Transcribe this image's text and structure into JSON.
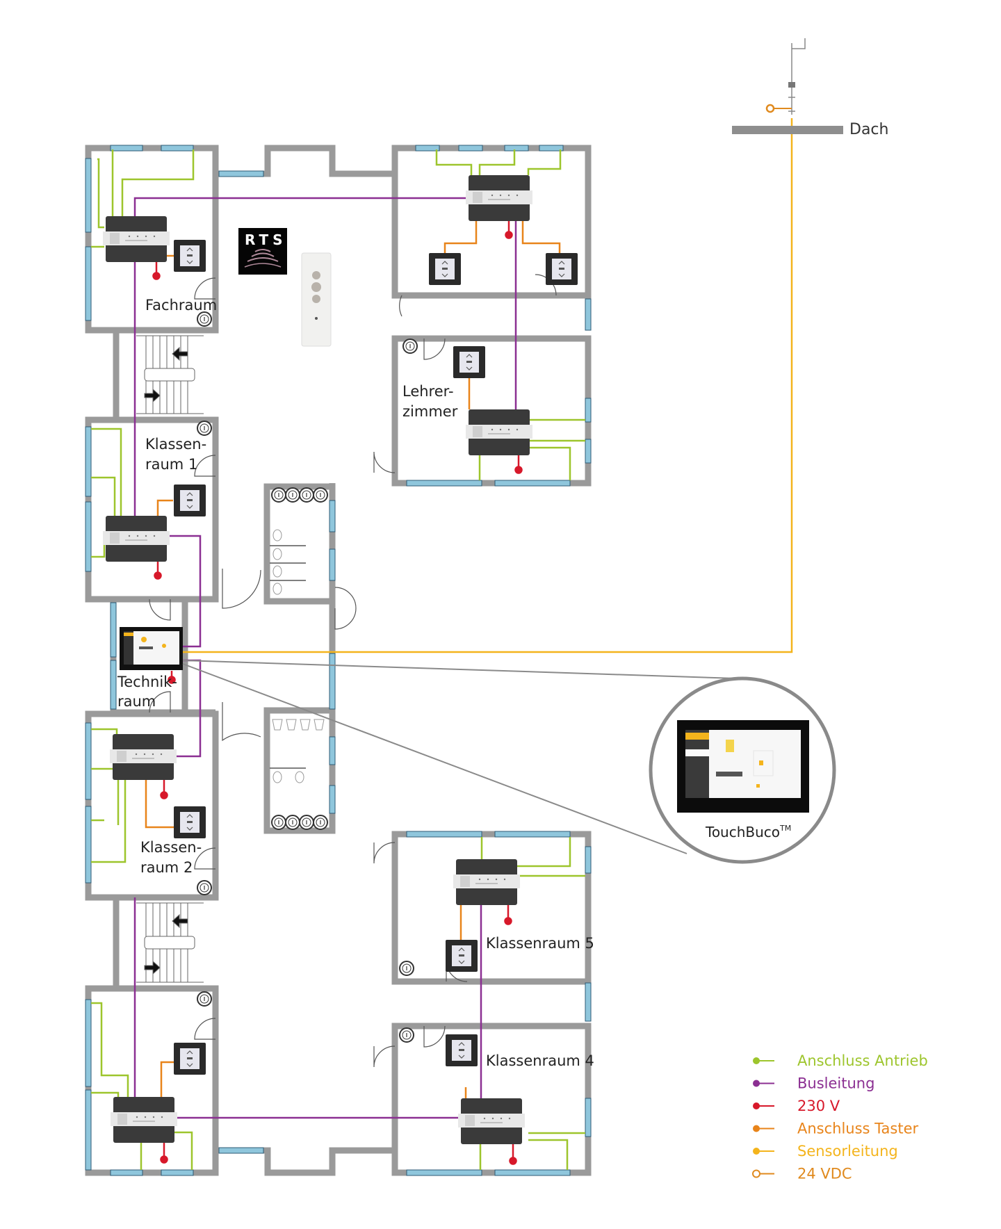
{
  "diagram": {
    "title": "Floor plan: school building wiring with Somfy control boxes",
    "roof_label": "Dach",
    "rts_badge": "RTS",
    "touchbuco": {
      "label": "TouchBuco",
      "trademark": "TM"
    },
    "rooms": [
      {
        "id": "fachraum",
        "lines": [
          "Fachraum"
        ]
      },
      {
        "id": "lehrerzimmer",
        "lines": [
          "Lehrer-",
          "zimmer"
        ]
      },
      {
        "id": "klassenraum1",
        "lines": [
          "Klassen-",
          "raum 1"
        ]
      },
      {
        "id": "technikraum",
        "lines": [
          "Technik-",
          "raum"
        ]
      },
      {
        "id": "klassenraum2",
        "lines": [
          "Klassen-",
          "raum 2"
        ]
      },
      {
        "id": "klassenraum5",
        "lines": [
          "Klassenraum 5"
        ]
      },
      {
        "id": "klassenraum4",
        "lines": [
          "Klassenraum 4"
        ]
      }
    ],
    "colors": {
      "wall": "#9a9a9a",
      "window": "#8fc6dc",
      "antrieb": "#9dc52c",
      "bus": "#8b2f92",
      "v230": "#d7182a",
      "taster": "#e8841a",
      "sensor": "#f4b41c",
      "vdc24": "#e08a1e",
      "leader": "#8a8a8a"
    },
    "legend": [
      {
        "label": "Anschluss Antrieb",
        "color": "#9dc52c",
        "marker": "filled"
      },
      {
        "label": "Busleitung",
        "color": "#8b2f92",
        "marker": "filled"
      },
      {
        "label": "230 V",
        "color": "#d7182a",
        "marker": "filled"
      },
      {
        "label": "Anschluss Taster",
        "color": "#e8841a",
        "marker": "filled"
      },
      {
        "label": "Sensorleitung",
        "color": "#f4b41c",
        "marker": "filled"
      },
      {
        "label": "24 VDC",
        "color": "#e08a1e",
        "marker": "hollow"
      }
    ]
  }
}
